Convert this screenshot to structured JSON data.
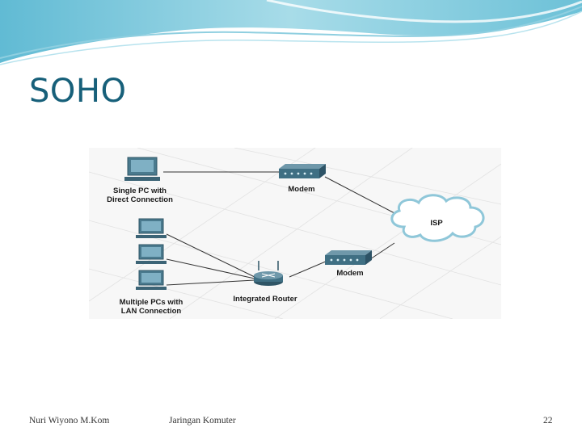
{
  "slide": {
    "title": "SOHO"
  },
  "diagram": {
    "labels": {
      "single_pc_line1": "Single PC with",
      "single_pc_line2": "Direct Connection",
      "modem_top": "Modem",
      "isp": "ISP",
      "modem_bottom": "Modem",
      "router": "Integrated Router",
      "multi_pc_line1": "Multiple PCs with",
      "multi_pc_line2": "LAN Connection"
    }
  },
  "footer": {
    "author": "Nuri Wiyono M.Kom",
    "course": "Jaringan Komuter",
    "page_number": "22"
  },
  "colors": {
    "title": "#17607a",
    "wave": "#8ccfe0",
    "device": "#3f6f83"
  }
}
